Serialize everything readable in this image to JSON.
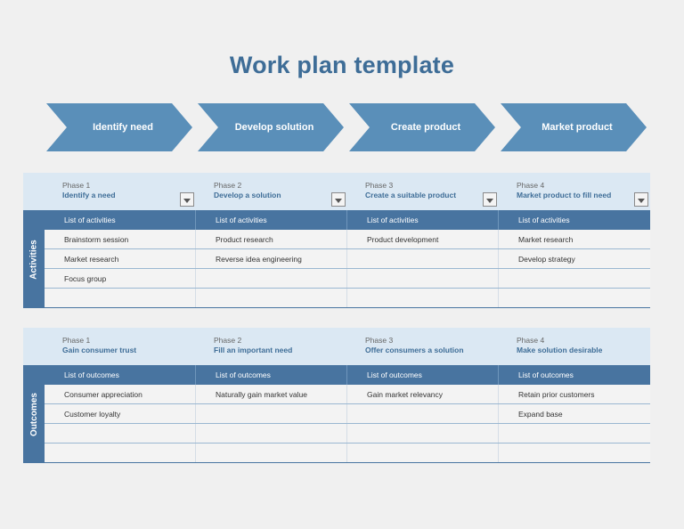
{
  "title": "Work plan template",
  "steps": [
    "Identify need",
    "Develop solution",
    "Create product",
    "Market product"
  ],
  "activities": {
    "side_label": "Activities",
    "phases": [
      {
        "phase": "Phase 1",
        "name": "Identify a need"
      },
      {
        "phase": "Phase 2",
        "name": "Develop a solution"
      },
      {
        "phase": "Phase 3",
        "name": "Create a suitable product"
      },
      {
        "phase": "Phase 4",
        "name": "Market product to fill need"
      }
    ],
    "header": [
      "List of activities",
      "List of activities",
      "List of activities",
      "List of activities"
    ],
    "rows": [
      [
        "Brainstorm session",
        "Product research",
        "Product development",
        "Market research"
      ],
      [
        "Market research",
        "Reverse idea engineering",
        "",
        "Develop strategy"
      ],
      [
        "Focus group",
        "",
        "",
        ""
      ],
      [
        "",
        "",
        "",
        ""
      ]
    ]
  },
  "outcomes": {
    "side_label": "Outcomes",
    "phases": [
      {
        "phase": "Phase 1",
        "name": "Gain consumer trust"
      },
      {
        "phase": "Phase 2",
        "name": "Fill an important need"
      },
      {
        "phase": "Phase 3",
        "name": "Offer consumers a solution"
      },
      {
        "phase": "Phase 4",
        "name": "Make solution desirable"
      }
    ],
    "header": [
      "List of outcomes",
      "List of outcomes",
      "List of outcomes",
      "List of outcomes"
    ],
    "rows": [
      [
        "Consumer appreciation",
        "Naturally gain market value",
        "Gain market relevancy",
        "Retain prior customers"
      ],
      [
        "Customer loyalty",
        "",
        "",
        "Expand base"
      ],
      [
        "",
        "",
        "",
        ""
      ],
      [
        "",
        "",
        "",
        ""
      ]
    ]
  },
  "colors": {
    "accent": "#3e6d97",
    "chevron": "#5a8fb9",
    "header_row": "#4874a0",
    "phase_band": "#dbe8f3"
  }
}
